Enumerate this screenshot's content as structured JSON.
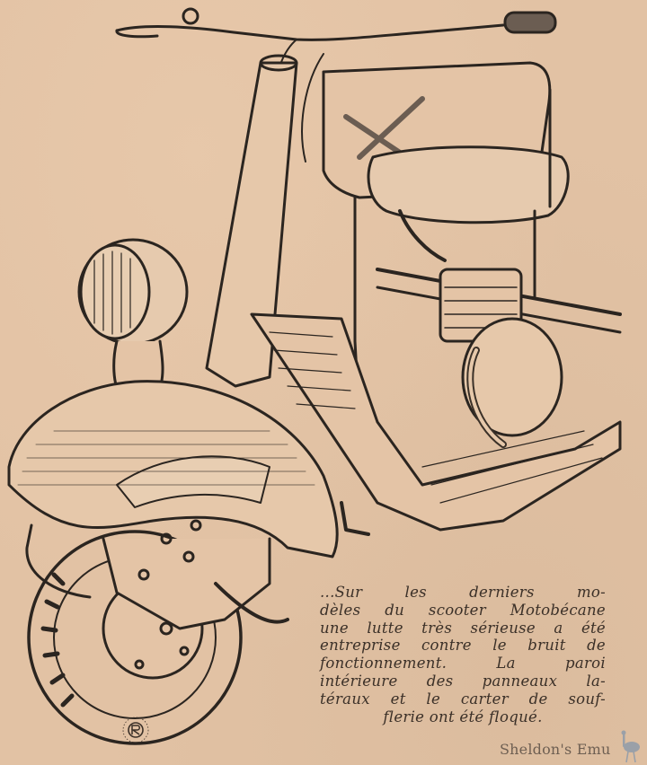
{
  "illustration": {
    "subject": "Motobécane scooter line drawing",
    "colors": {
      "paper": "#e2c2a4",
      "ink": "#2b2520",
      "caption_ink": "#3b3028",
      "watermark": "#6e5f52"
    }
  },
  "caption": {
    "lines": [
      "...Sur les derniers mo-",
      "dèles du scooter Motobécane",
      "une lutte très sérieuse a été",
      "entreprise contre le bruit de",
      "fonctionnement. La paroi",
      "intérieure des panneaux la-",
      "téraux et le carter de souf-",
      "flerie ont été floqué."
    ]
  },
  "artist_signature": {
    "icon": "artist-monogram-icon"
  },
  "watermark": {
    "text": "Sheldon's Emu",
    "icon": "emu-icon"
  }
}
